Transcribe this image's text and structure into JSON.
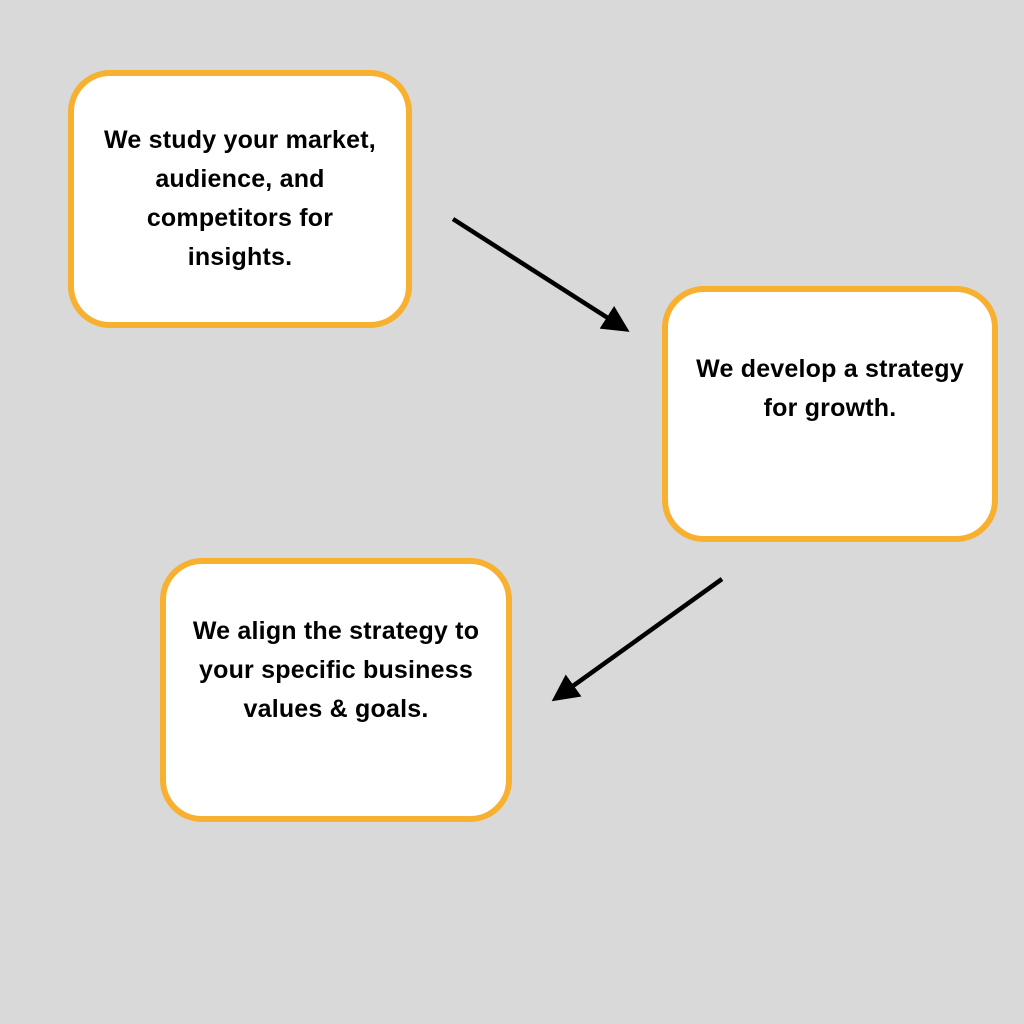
{
  "steps": [
    {
      "lines": [
        "We study your market,",
        "audience, and",
        "competitors for",
        "insights."
      ]
    },
    {
      "lines": [
        "We develop a strategy",
        "for growth."
      ]
    },
    {
      "lines": [
        "We align the strategy to",
        "your specific business",
        "values & goals."
      ]
    }
  ],
  "colors": {
    "border": "#f7b02f",
    "background": "#d9d9d9",
    "arrow": "#000000"
  }
}
